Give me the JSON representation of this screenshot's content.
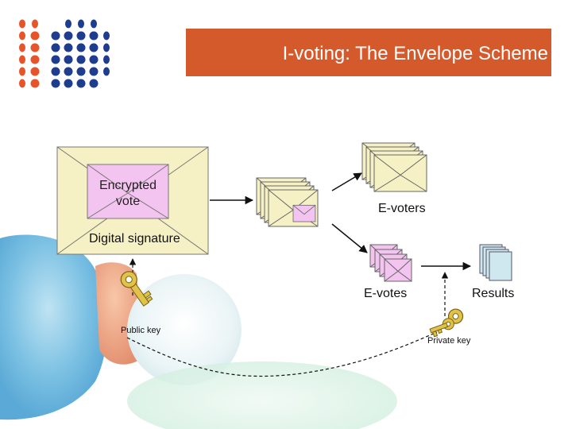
{
  "title": "I-voting: The Envelope Scheme",
  "labels": {
    "encrypted_vote_line1": "Encrypted",
    "encrypted_vote_line2": "vote",
    "digital_signature": "Digital signature",
    "e_voters": "E-voters",
    "e_votes": "E-votes",
    "results": "Results",
    "public_key": "Public key",
    "private_key": "Private key"
  },
  "colors": {
    "title_bar": "#d45a2c",
    "logo_orange": "#e8542a",
    "logo_blue": "#1f3d8f",
    "outer_envelope": "#f6f1c4",
    "inner_envelope": "#f4c4f0",
    "result_page": "#cfe8ef",
    "key_gold": "#e2c34a"
  },
  "icons": [
    "logo-dots",
    "outer-envelope-icon",
    "inner-envelope-icon",
    "envelope-stack-icon",
    "e-voters-envelopes-icon",
    "e-votes-envelopes-icon",
    "results-documents-icon",
    "public-key-icon",
    "private-key-icon"
  ]
}
